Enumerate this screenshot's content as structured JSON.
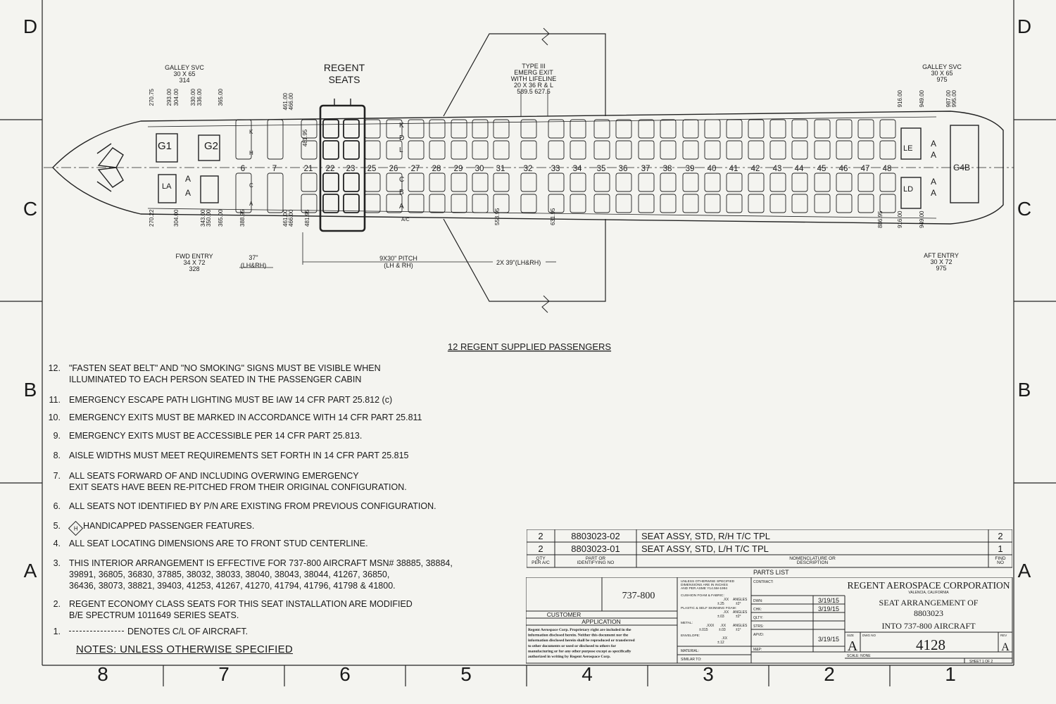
{
  "zones": {
    "columns": [
      "8",
      "7",
      "6",
      "5",
      "4",
      "3",
      "2",
      "1"
    ],
    "rows": [
      "D",
      "C",
      "B",
      "A"
    ]
  },
  "diagram": {
    "title": "12 REGENT SUPPLIED PASSENGERS",
    "regent_seats_label": "REGENT\nSEATS",
    "galley_fwd": "GALLEY SVC\n30 X 65\n314",
    "galley_aft": "GALLEY SVC\n30 X 65\n975",
    "emerg_exit": "TYPE III\nEMERG EXIT\nWITH LIFELINE\n20 X 36 R & L\n589.5   627.5",
    "fwd_entry": "FWD ENTRY\n34 X 72\n328",
    "aft_entry": "AFT ENTRY\n30 X 72\n975",
    "pitch_37": "37\"\n(LH&RH)",
    "pitch_9x30": "9X30\" PITCH\n(LH & RH)",
    "pitch_2x39": "2X 39\"(LH&RH)",
    "row_numbers": [
      "6",
      "7",
      "21",
      "22",
      "23",
      "25",
      "26",
      "27",
      "28",
      "29",
      "30",
      "31",
      "32",
      "33",
      "34",
      "35",
      "36",
      "37",
      "38",
      "39",
      "40",
      "41",
      "42",
      "43",
      "44",
      "45",
      "46",
      "47",
      "48"
    ],
    "top_dims_left": [
      "270.75",
      "293.00",
      "304.00",
      "330.00",
      "336.00",
      "365.00"
    ],
    "top_dims_mid": [
      "461.00",
      "466.00"
    ],
    "top_dims_right": [
      "916.00",
      "949.00",
      "987.00",
      "995.00"
    ],
    "bottom_dims_left": [
      "270.22",
      "304.00",
      "343.00",
      "350.00",
      "365.00",
      "388.95"
    ],
    "bottom_dims_mid": [
      "461.00",
      "466.00",
      "481.95"
    ],
    "bottom_dims_exit": [
      "553.95",
      "631.95"
    ],
    "bottom_dims_right": [
      "886.95",
      "916.00",
      "949.00"
    ],
    "dim_48195": "481.95",
    "labels": {
      "g1": "G1",
      "g2": "G2",
      "la": "LA",
      "a": "A",
      "le": "LE",
      "ld": "LD",
      "g4b": "G4B",
      "seat_k": "K",
      "seat_h": "H",
      "seat_c": "C",
      "seat_a": "A",
      "col_d": "D",
      "col_b": "B",
      "col_a": "A",
      "col_k": "K",
      "col_l": "L",
      "col_c": "C",
      "ac": "A/C"
    }
  },
  "notes": {
    "title": "NOTES:  UNLESS OTHERWISE SPECIFIED",
    "items": [
      {
        "num": "12.",
        "text": "\"FASTEN SEAT BELT\" AND \"NO SMOKING\" SIGNS MUST BE VISIBLE WHEN\nILLUMINATED TO EACH PERSON SEATED IN THE PASSENGER CABIN"
      },
      {
        "num": "11.",
        "text": "EMERGENCY ESCAPE PATH LIGHTING MUST BE IAW 14 CFR PART 25.812 (c)"
      },
      {
        "num": "10.",
        "text": "EMERGENCY EXITS MUST BE MARKED IN ACCORDANCE WITH 14 CFR PART 25.811"
      },
      {
        "num": "9.",
        "text": "EMERGENCY EXITS MUST BE ACCESSIBLE PER 14 CFR PART 25.813."
      },
      {
        "num": "8.",
        "text": "AISLE WIDTHS MUST MEET REQUIREMENTS SET FORTH IN 14 CFR PART 25.815"
      },
      {
        "num": "7.",
        "text": "ALL SEATS FORWARD OF AND INCLUDING OVERWING EMERGENCY\nEXIT SEATS HAVE BEEN RE-PITCHED FROM THEIR ORIGINAL CONFIGURATION."
      },
      {
        "num": "6.",
        "text": "ALL SEATS NOT IDENTIFIED BY P/N ARE EXISTING FROM PREVIOUS CONFIGURATION."
      },
      {
        "num": "5.",
        "text": "HANDICAPPED PASSENGER FEATURES."
      },
      {
        "num": "4.",
        "text": "ALL SEAT LOCATING DIMENSIONS ARE TO FRONT STUD CENTERLINE."
      },
      {
        "num": "3.",
        "text": "THIS INTERIOR ARRANGEMENT IS EFFECTIVE FOR 737-800 AIRCRAFT MSN# 38885, 38884,\n39891, 36805, 36830, 37885, 38032, 38033, 38040, 38043, 38044, 41267, 36850,\n36436, 38073, 38821, 39403, 41253, 41267, 41270, 41794, 41796, 41798 & 41800."
      },
      {
        "num": "2.",
        "text": "REGENT ECONOMY CLASS SEATS FOR THIS SEAT INSTALLATION ARE MODIFIED\nB/E SPECTRUM 1011649 SERIES SEATS."
      },
      {
        "num": "1.",
        "text": "DENOTES C/L OF AIRCRAFT."
      }
    ],
    "hcp_symbol": "H"
  },
  "parts_list": {
    "caption": "PARTS LIST",
    "headers": {
      "qty": "QTY\nPER A/C",
      "part": "PART OR\nIDENTIFYING NO",
      "nomen": "NOMENCLATURE OR\nDESCRIPTION",
      "find": "FIND\nNO"
    },
    "rows": [
      {
        "qty": "2",
        "part": "8803023-02",
        "desc": "SEAT ASSY, STD, R/H T/C TPL",
        "find": "2"
      },
      {
        "qty": "2",
        "part": "8803023-01",
        "desc": "SEAT ASSY, STD, L/H T/C TPL",
        "find": "1"
      }
    ]
  },
  "title_block": {
    "model": "737-800",
    "customer": "CUSTOMER",
    "application": "APPLICATION",
    "tolerance_note": "UNLESS OTHERWISE SPECIFIED\nDIMENSIONS ARE IN INCHES\nAND PER ASME Y14.5M-1994",
    "cushion": "CUSHION FOAM & FABRIC:",
    "plastic": "PLASTIC & SELF SKINNING FOAM:",
    "metal": "METAL:",
    "envelope": "ENVELOPE:",
    "tol_xx": ".XX",
    "tol_xxx": ".XXX",
    "tol_angles": "ANGLES",
    "tol_val_25": "±.25",
    "tol_val_2": "±2°",
    "tol_val_03": "±.03",
    "tol_val_015": "±.015",
    "tol_val_1": "±1°",
    "tol_val_12": "±.12",
    "material": "MATERIAL:",
    "similar": "SIMILAR TO:",
    "contract": "CONTRACT:",
    "dwn": "DWN:",
    "chk": "CHK:",
    "qlty": "QLTY:",
    "strs": "STRS:",
    "apvd": "APVD:",
    "mmp": "M&P:",
    "date1": "3/19/15",
    "date2": "3/19/15",
    "date3": "3/19/15",
    "company": "REGENT AEROSPACE CORPORATION",
    "location": "VALENCIA, CALIFORNIA",
    "title1": "SEAT ARRANGEMENT OF",
    "title2": "8803023",
    "title3": "INTO 737-800 AIRCRAFT",
    "size_label": "SIZE",
    "size": "A",
    "dwg_label": "DWG NO",
    "dwg_no": "4128",
    "rev_label": "REV",
    "rev": "A",
    "scale": "SCALE:  NONE",
    "sheet": "SHEET  1  OF  2",
    "proprietary": "Regent Aerospace Corp. Proprietary right are included in the information disclosed herein. Neither this document nor the information disclosed herein shall be reproduced or transferred to other documents or used or disclosed to others for manufacturing or for any other purpose except as specifically authorized in writing by Regent Aerospace Corp."
  }
}
